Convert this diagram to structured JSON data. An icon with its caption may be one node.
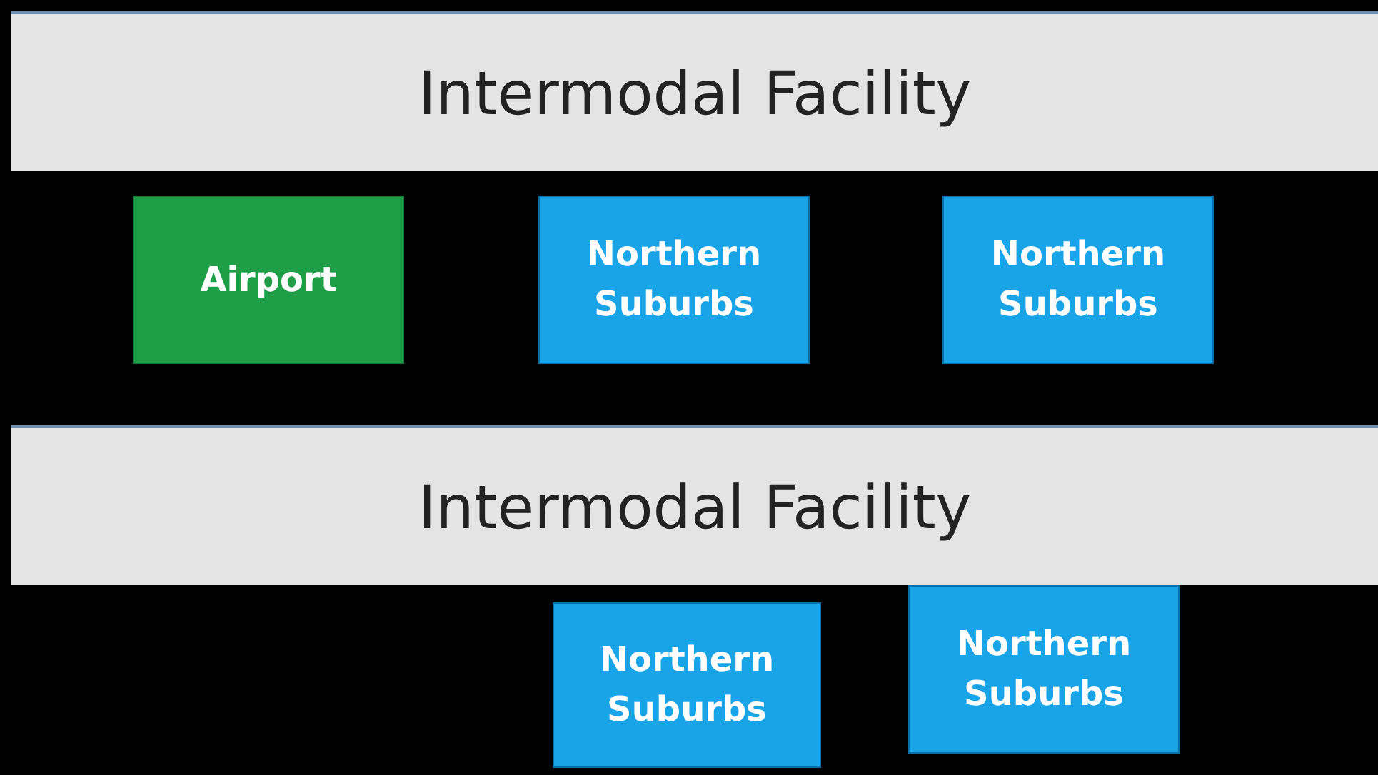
{
  "diagram": {
    "nodes": [
      {
        "text": [
          "Intermodal Facility"
        ]
      },
      {
        "text": [
          "Airport"
        ]
      },
      {
        "text": [
          "Northern Suburbs"
        ]
      },
      {
        "text": [
          "Northern Suburbs"
        ]
      },
      {
        "text": [
          "Intermodal Facility"
        ]
      },
      {
        "text": [
          "Northern Suburbs"
        ]
      },
      {
        "text": [
          "Northern Suburbs"
        ]
      }
    ]
  }
}
